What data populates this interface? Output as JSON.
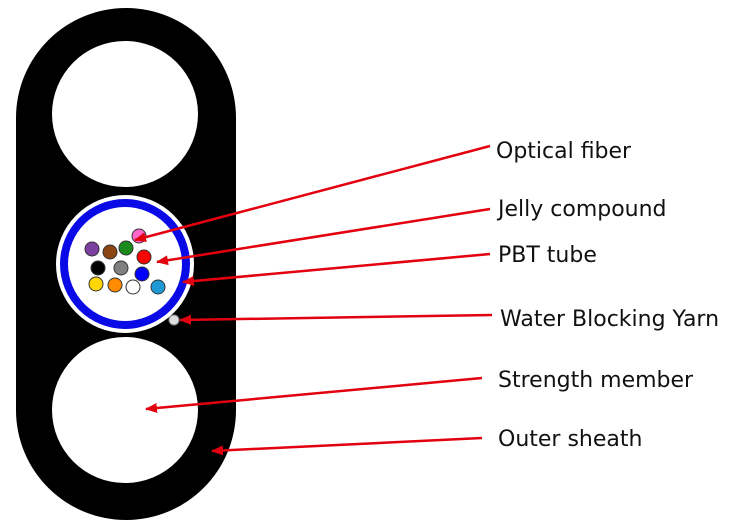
{
  "labels": {
    "optical_fiber": "Optical fiber",
    "jelly_compound": "Jelly compound",
    "pbt_tube": "PBT tube",
    "water_blocking_yarn": "Water Blocking Yarn",
    "strength_member": "Strength member",
    "outer_sheath": "Outer sheath"
  },
  "colors": {
    "sheath": "#000000",
    "tube": "#0a0ae6",
    "leader": "#e3000f",
    "fibers": [
      "#ff66cc",
      "#7b3fa0",
      "#8b4513",
      "#1a8a1a",
      "#ff0000",
      "#000000",
      "#808080",
      "#0000ff",
      "#ffd700",
      "#ff8c00",
      "#ffffff",
      "#1e9bd7"
    ]
  }
}
